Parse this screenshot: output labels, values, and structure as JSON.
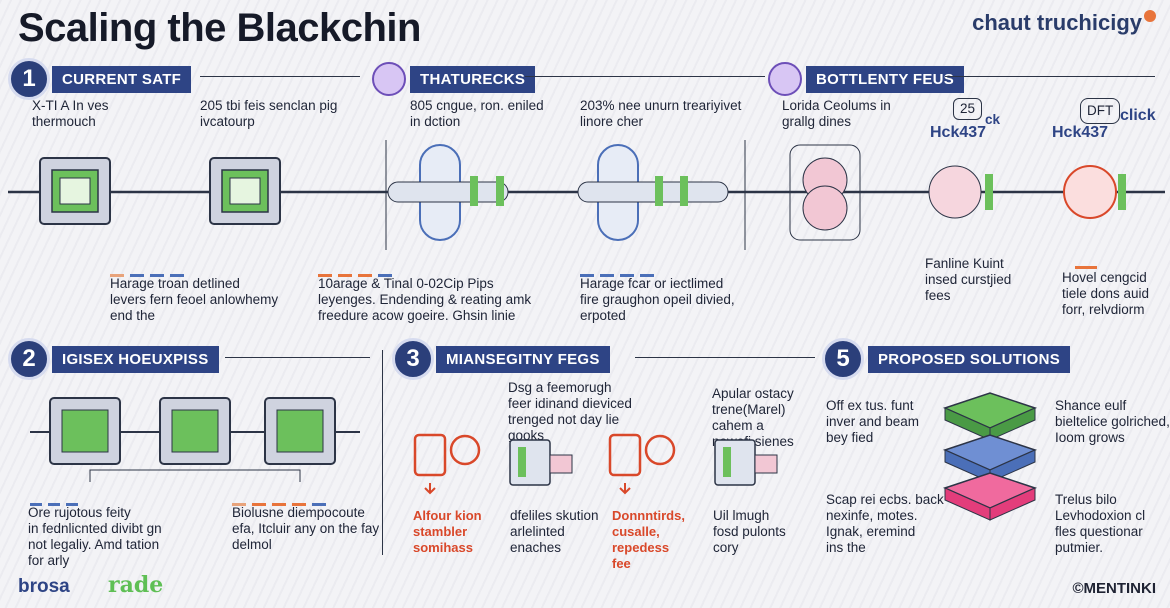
{
  "header": {
    "title": "Scaling the Blackchin",
    "brand": "chaut truchicigy"
  },
  "sections": {
    "current": {
      "num": "1",
      "label": "CURRENT SATF",
      "col1_top": "X-TI A In ves\nthermouch",
      "col2_top": "205  tbi feis senclan pig\nivcatourp",
      "col1_bottom": "Harage troan detlined\nlevers fern feoel anlowhemy\nend the",
      "col2_bottom": "10arage & Tinal 0-02Cip Pips\nleyenges. Endending & reating amk\nfreedure acow goeire. Ghsin linie"
    },
    "features": {
      "label": "THATURECKS",
      "col1_top": "805 cngue, ron. eniled\nin dction",
      "col2_top": "203% nee unurn treariyivet\nlinore cher",
      "col2_bottom": "Harage fcar or iectlimed\nfire graughon opeil divied,\nerpoted"
    },
    "bottleneck": {
      "label": "BOTTLENTY FEUS",
      "col1_top": "Lorida Ceolums in\ngrallg dines",
      "chip1": "25",
      "chip2": "DFT",
      "hack1": "Hck437",
      "hack2": "Hck437",
      "click": "click",
      "ck": "ck",
      "col2_bottom": "Fanline Kuint\ninsed curstjied\nfees",
      "col3_bottom": "Hovel cengcid\ntiele dons auid\nforr, relvdiorm"
    },
    "row2": {
      "num": "2",
      "label": "IGISEX HOEUXPISS",
      "col1_bottom": "Ore rujotous feity\nin fednlicnted divibt gn\nnot legaliy. Amd tation\nfor arly",
      "col2_bottom": "Biolusne diempocoute\nefa, Itcluir any on the fay\ndelmol"
    },
    "row3": {
      "num": "3",
      "label": "MIANSEGITNY FEGS",
      "top1": "Dsg a feemorugh\nfeer idinand dieviced\ntrenged not day lie\ngooks",
      "top2": "Apular ostacy\ntrene(Marel)\ncahem a\nnowefi sienes",
      "bot1": "Alfour kion\nstambler\nsomihass",
      "bot2": "dfeliles skution\narlelinted\nenaches",
      "bot3": "Donnntirds,\ncusalle,\nrepedess\nfee",
      "bot4": "Uil lmugh\nfosd pulonts\ncory"
    },
    "row5": {
      "num": "5",
      "label": "PROPOSED SOLUTIONS",
      "left1": "Off ex tus. funt\ninver and beam\nbey fied",
      "left2": "Scap rei ecbs. back\nnexinfe, motes.\nIgnak, eremind\nins the",
      "right1": "Shance eulf\nbieltelice golriched,\nIoom grows",
      "right2": "Trelus bilo\nLevhodoxion cl\nfles questionar\nputmier."
    },
    "footer": {
      "logo1": "brosa",
      "logo2": "rade",
      "credit": "©MENTINKI"
    }
  },
  "colors": {
    "navy": "#2e4485",
    "green": "#5fbf55",
    "blue": "#4b6fb8",
    "pink": "#e33d7b",
    "red": "#d9482a",
    "orange": "#e8743b"
  }
}
